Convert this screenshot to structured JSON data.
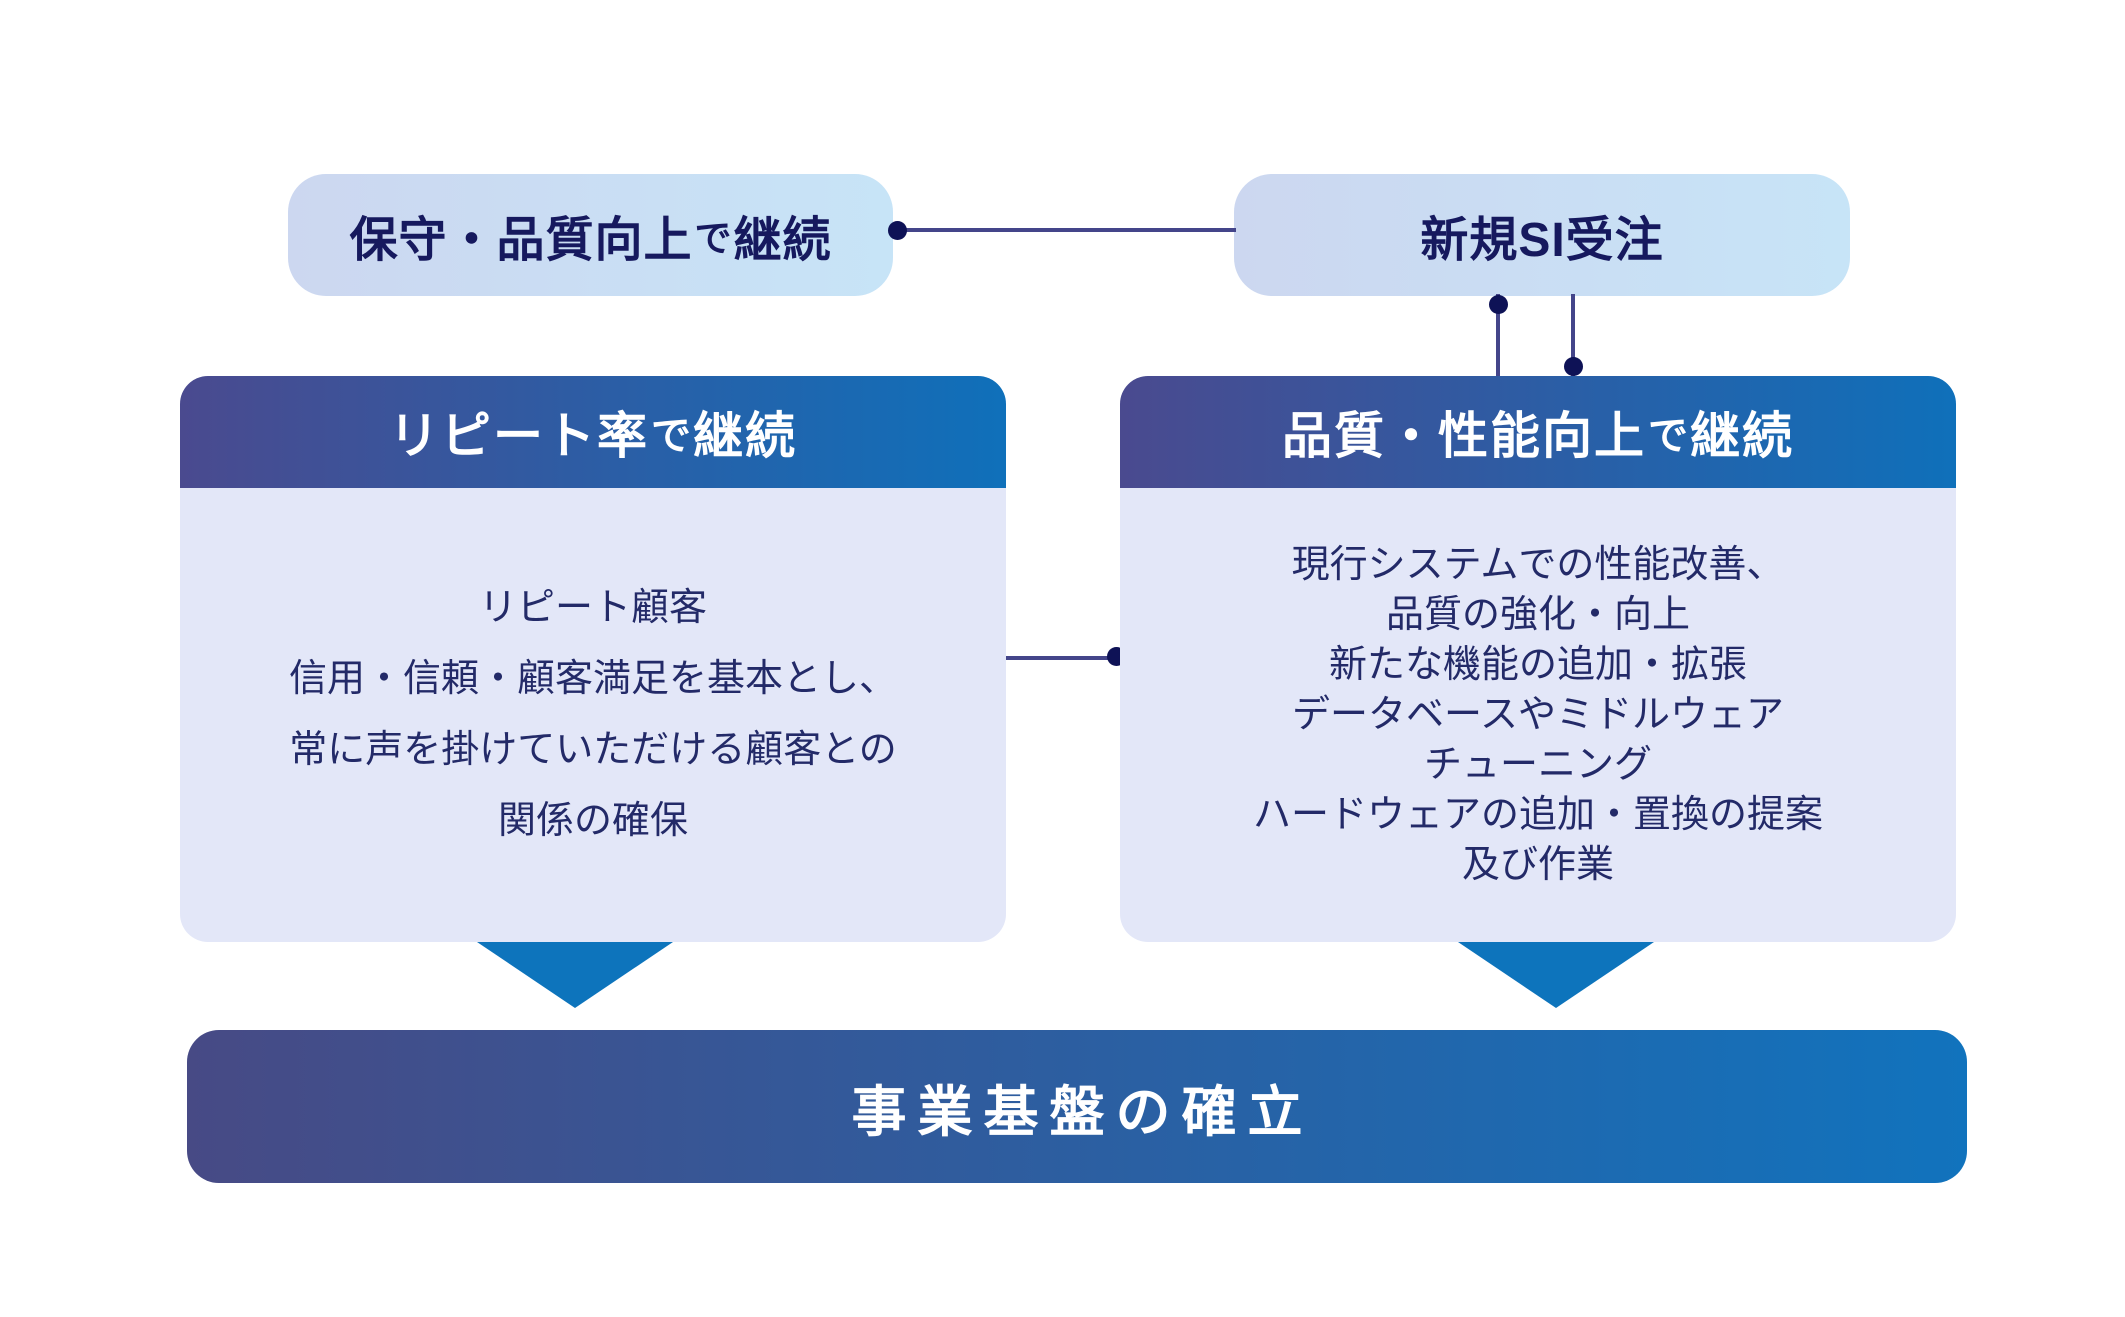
{
  "nodes": {
    "maintenance": {
      "main": "保守・品質向上",
      "particle": "で",
      "tail": "継続"
    },
    "new_si": {
      "label": "新規SI受注"
    },
    "repeat_rate": {
      "header_main": "リピート率",
      "header_particle": "で",
      "header_tail": "継続",
      "body": [
        "リピート顧客",
        "信用・信頼・顧客満足を基本とし、",
        "常に声を掛けていただける顧客との",
        "関係の確保"
      ]
    },
    "quality_performance": {
      "header_main": "品質・性能向上",
      "header_particle": "で",
      "header_tail": "継続",
      "body": [
        "現行システムでの性能改善、",
        "品質の強化・向上",
        "新たな機能の追加・拡張",
        "データベースやミドルウェア",
        "チューニング",
        "ハードウェアの追加・置換の提案",
        "及び作業"
      ]
    },
    "business_foundation": {
      "label": "事業基盤の確立"
    }
  },
  "colors": {
    "pill_gradient_start": "#ccd7f0",
    "pill_gradient_end": "#c7e4f7",
    "header_gradient_start": "#4a4a8f",
    "header_gradient_end": "#0f70ba",
    "bar_gradient_start": "#474a85",
    "bar_gradient_end": "#1173bd",
    "body_bg": "#e3e7f8",
    "text_navy": "#16195e",
    "body_text": "#232a68",
    "connector_line": "#44458a",
    "connector_dot": "#0e1256",
    "arrow_blue": "#0d74bc",
    "header_text": "#ffffff"
  }
}
